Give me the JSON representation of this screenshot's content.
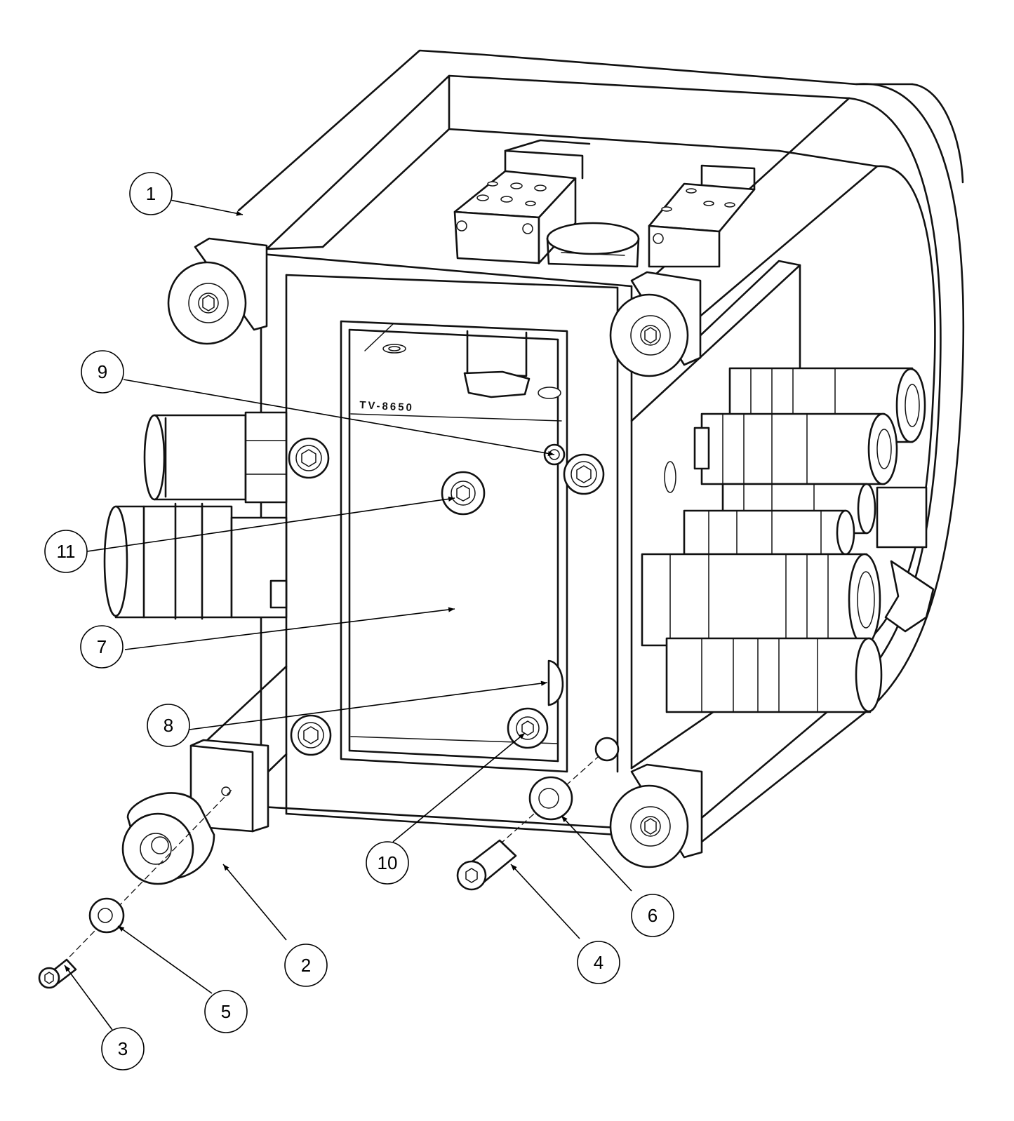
{
  "drawing": {
    "engraving": "TV-8650",
    "callouts": [
      {
        "id": "1",
        "label": "1"
      },
      {
        "id": "2",
        "label": "2"
      },
      {
        "id": "3",
        "label": "3"
      },
      {
        "id": "4",
        "label": "4"
      },
      {
        "id": "5",
        "label": "5"
      },
      {
        "id": "6",
        "label": "6"
      },
      {
        "id": "7",
        "label": "7"
      },
      {
        "id": "8",
        "label": "8"
      },
      {
        "id": "9",
        "label": "9"
      },
      {
        "id": "10",
        "label": "10"
      },
      {
        "id": "11",
        "label": "11"
      }
    ]
  }
}
